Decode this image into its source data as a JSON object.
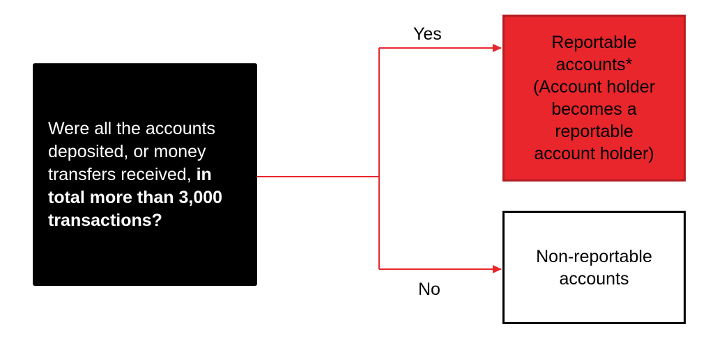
{
  "colors": {
    "question_fill": "#000000",
    "reportable_fill": "#e8262c",
    "reportable_border": "#b31d22",
    "non_reportable_fill": "#ffffff",
    "connector": "#e8262c"
  },
  "question": {
    "text_normal": "Were all the accounts deposited, or money transfers received,",
    "text_bold": "in total more than 3,000 transactions?"
  },
  "branches": {
    "yes_label": "Yes",
    "no_label": "No"
  },
  "results": {
    "reportable": {
      "line1": "Reportable",
      "line2": "accounts*",
      "line3": "(Account holder",
      "line4": "becomes a",
      "line5": "reportable",
      "line6": "account holder)"
    },
    "non_reportable": {
      "line1": "Non-reportable",
      "line2": "accounts"
    }
  }
}
